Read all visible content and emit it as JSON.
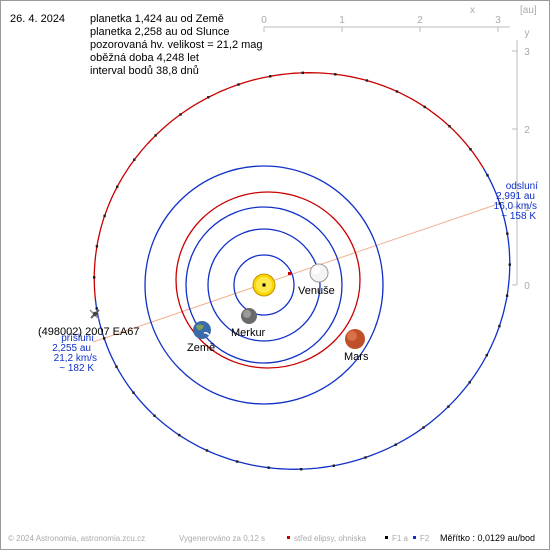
{
  "header": {
    "date": "26. 4. 2024",
    "info_lines": [
      "planetka 1,424 au od Země",
      "planetka 2,258 au od Slunce",
      "pozorovaná hv. velikost = 21,2 mag",
      "oběžná doba 4,248 let",
      "interval bodů 38,8 dnů"
    ]
  },
  "axes": {
    "top_unit": "x",
    "top_unit_au": "[au]",
    "right_unit": "y",
    "top_ticks": [
      "0",
      "1",
      "2",
      "3"
    ],
    "right_ticks": [
      "3",
      "2",
      "1",
      "0"
    ]
  },
  "labels": {
    "venus": "Venuše",
    "mercury": "Merkur",
    "earth": "Země",
    "mars": "Mars",
    "asteroid": "(498002) 2007 EA67"
  },
  "aphelion": {
    "title": "odsluní",
    "distance": "2,991 au",
    "speed": "16,0 km/s",
    "temp": "~ 158 K"
  },
  "perihelion": {
    "title": "přísluní",
    "distance": "2,255 au",
    "speed": "21,2 km/s",
    "temp": "~ 182 K"
  },
  "footer": {
    "copyright": "© 2024 Astronomia, astronomia.zcu.cz",
    "generated": "Vygenerováno za 0,12 s",
    "center_label": "střed elipsy, ohniska",
    "f1_label": "F1 a",
    "f2_label": "F2",
    "scale": "Měřítko : 0,0129 au/bod"
  },
  "colors": {
    "planet_orbit": "#1030c8",
    "asteroid_orbit": "#c80000",
    "apsis_line": "#f0b090",
    "axis": "#bbbbbb",
    "info_text": "#000000",
    "apsis_text": "#1030c8",
    "footer_text": "#aaaaaa",
    "venus": "#e8e8e8",
    "mercury": "#707070",
    "earth": "#3a6aa8",
    "mars": "#c0502a",
    "sun": "#f0c000"
  }
}
